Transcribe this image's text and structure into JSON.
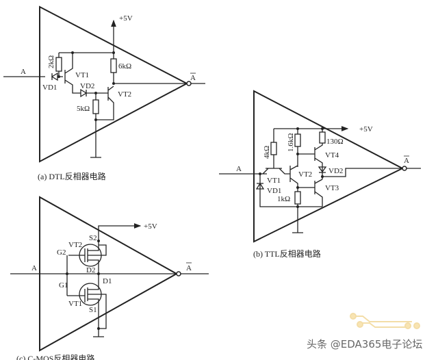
{
  "circuit_a": {
    "caption": "(a) DTL反相器电路",
    "input": "A",
    "output": "A",
    "supply": "+5V",
    "labels": {
      "r1": "2kΩ",
      "r2": "6kΩ",
      "r3": "5kΩ",
      "vt1": "VT1",
      "vt2": "VT2",
      "vd1": "VD1",
      "vd2": "VD2"
    }
  },
  "circuit_b": {
    "caption": "(b) TTL反相器电路",
    "input": "A",
    "output": "A",
    "supply": "+5V",
    "labels": {
      "r1": "4kΩ",
      "r2": "1.6kΩ",
      "r3": "130Ω",
      "r4": "1kΩ",
      "vt1": "VT1",
      "vt2": "VT2",
      "vt3": "VT3",
      "vt4": "VT4",
      "vd1": "VD1",
      "vd2": "VD2"
    }
  },
  "circuit_c": {
    "caption": "(c) C-MOS反相器电路",
    "input": "A",
    "output": "A",
    "supply": "+5V",
    "labels": {
      "vt1": "VT1",
      "vt2": "VT2",
      "g1": "G1",
      "g2": "G2",
      "s1": "S1",
      "s2": "S2",
      "d1": "D1",
      "d2": "D2"
    }
  },
  "watermark": "头条 @EDA365电子论坛"
}
